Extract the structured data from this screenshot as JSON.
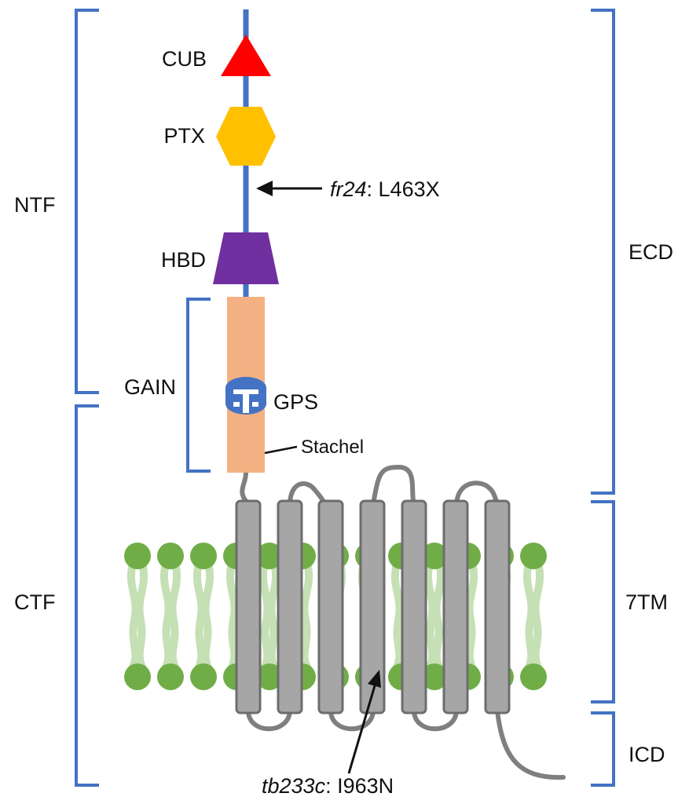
{
  "labels": {
    "cub": "CUB",
    "ptx": "PTX",
    "hbd": "HBD",
    "gain": "GAIN",
    "gps": "GPS",
    "stachel": "Stachel",
    "ntf": "NTF",
    "ctf": "CTF",
    "ecd": "ECD",
    "tm7": "7TM",
    "icd": "ICD"
  },
  "mutations": [
    {
      "allele": "fr24",
      "change": ": L463X"
    },
    {
      "allele": "tb233c",
      "change": ": I963N"
    }
  ],
  "colors": {
    "bracket": "#4472C4",
    "backbone": "#4472C4",
    "cub": "#FF0000",
    "ptx": "#FFC000",
    "hbd": "#7030A0",
    "gain": "#F4B183",
    "gps": "#4472C4",
    "helix_fill": "#A6A6A6",
    "helix_stroke": "#6D6D6D",
    "loop": "#7F7F7F",
    "lipid_head": "#70AD47",
    "lipid_tail": "#C5E0B4"
  }
}
